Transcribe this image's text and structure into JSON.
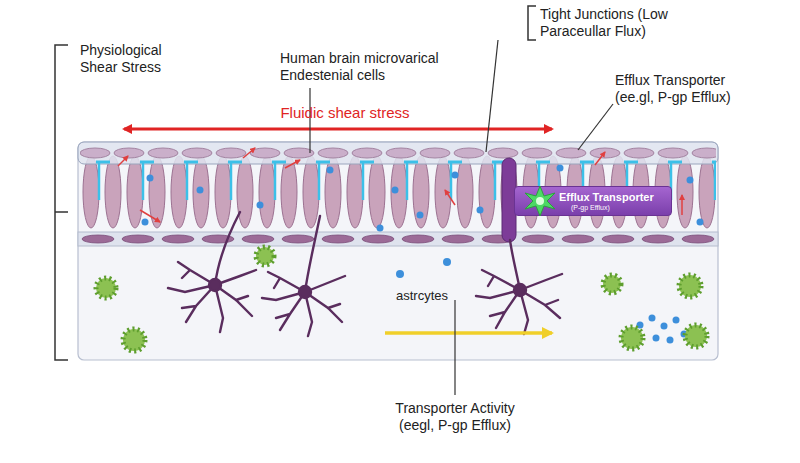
{
  "diagram": {
    "nodes": [
      {
        "text": [
          "astrcytes"
        ]
      },
      {
        "text": [
          "Efflux Transporter",
          "(P-gp Efflux)"
        ]
      }
    ],
    "labels": [
      "Physiological Shear Stress",
      "Human brain microvarical Endestenial cells",
      "Tight Junctions (Low Paraceullar Flux)",
      "Efflux Transporter (ee.gl, P-gp Efflux)",
      "Fluidic shear stress",
      "Transporter Activity (eegl, P-gp Efflux)"
    ]
  }
}
